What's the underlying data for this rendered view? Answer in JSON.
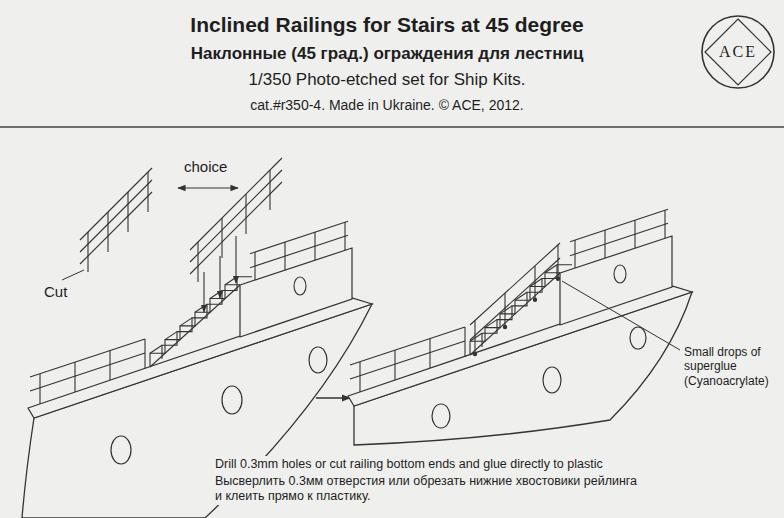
{
  "diagram": {
    "title": "Inclined Railings for Stairs at 45 degree",
    "nodes": [
      {
        "text": [
          "ACE"
        ]
      }
    ],
    "labels": [
      "Наклонные (45 град.) ограждения для лестниц",
      "1/350 Photo-etched set for Ship Kits.",
      "cat.#r350-4. Made in Ukraine. © ACE, 2012.",
      "choice",
      "Cut",
      "Small drops of superglue (Cyanoacrylate)",
      "Drill 0.3mm holes or cut railing bottom ends and glue directly to plastic",
      "Высверлить 0.3мм отверстия или обрезать нижние хвостовики рейлинга и клеить прямо к пластику."
    ]
  }
}
